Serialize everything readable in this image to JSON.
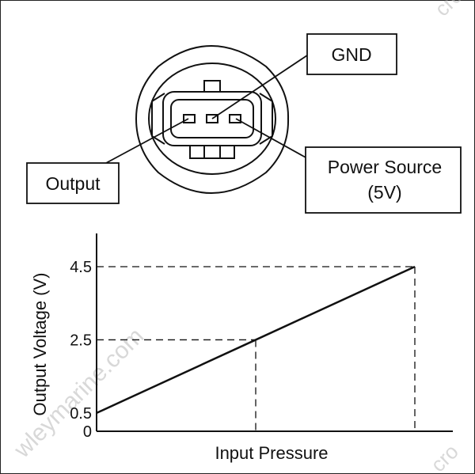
{
  "diagram": {
    "labels": {
      "gnd": "GND",
      "output": "Output",
      "power_line1": "Power Source",
      "power_line2": "(5V)"
    }
  },
  "chart_data": {
    "type": "line",
    "xlabel": "Input Pressure",
    "ylabel": "Output Voltage (V)",
    "ylim": [
      0,
      4.5
    ],
    "yticks": [
      "0",
      "0.5",
      "2.5",
      "4.5"
    ],
    "series": [
      {
        "x": [
          0,
          1,
          2
        ],
        "y": [
          0.5,
          2.5,
          4.5
        ]
      }
    ],
    "reference_lines": [
      {
        "x": 1,
        "y": 2.5
      },
      {
        "x": 2,
        "y": 4.5
      }
    ]
  },
  "watermark": {
    "text": "wleymarine.com",
    "corner_text": "cro"
  }
}
